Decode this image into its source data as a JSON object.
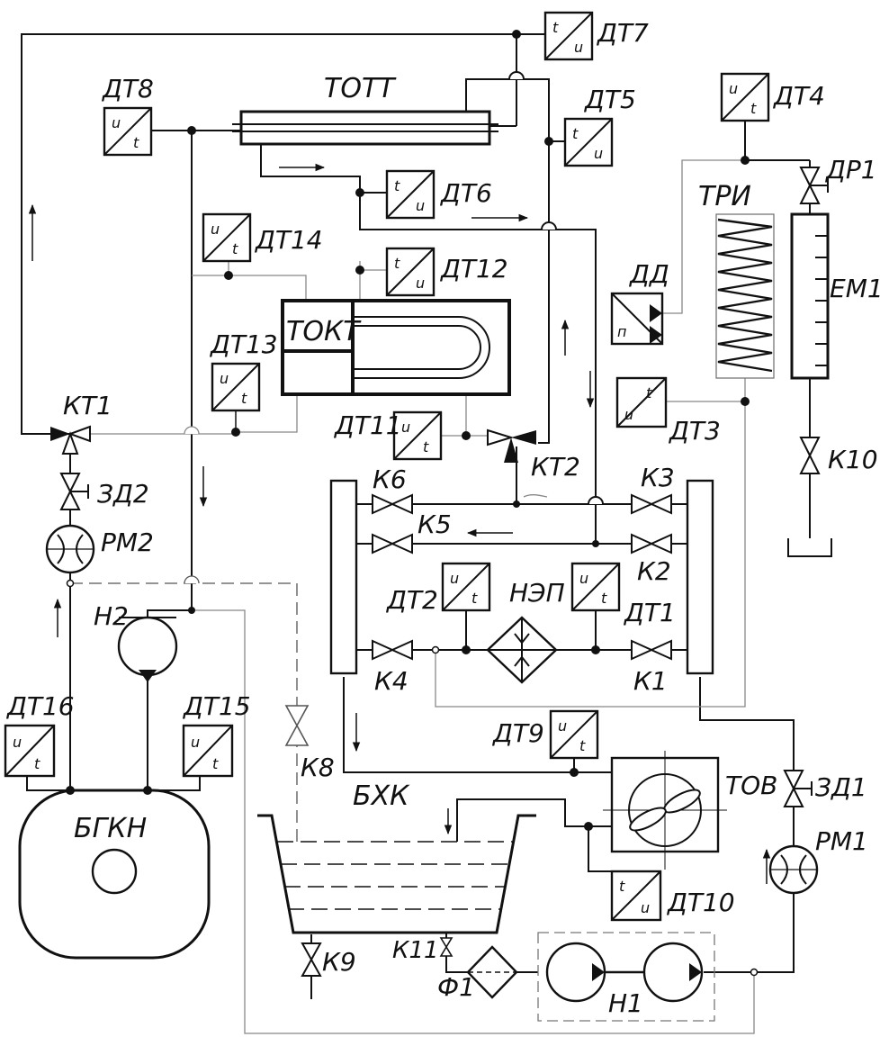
{
  "labels": {
    "tott": "ТОТТ",
    "tokt": "ТОКТ",
    "tri": "ТРИ",
    "tov": "ТОВ",
    "bgkn": "БГКН",
    "bhk": "БХК",
    "nep": "НЭП",
    "dd": "ДД",
    "em1": "ЕМ1",
    "dt1": "ДТ1",
    "dt2": "ДТ2",
    "dt3": "ДТ3",
    "dt4": "ДТ4",
    "dt5": "ДТ5",
    "dt6": "ДТ6",
    "dt7": "ДТ7",
    "dt8": "ДТ8",
    "dt9": "ДТ9",
    "dt10": "ДТ10",
    "dt11": "ДТ11",
    "dt12": "ДТ12",
    "dt13": "ДТ13",
    "dt14": "ДТ14",
    "dt15": "ДТ15",
    "dt16": "ДТ16",
    "k1": "К1",
    "k2": "К2",
    "k3": "К3",
    "k4": "К4",
    "k5": "К5",
    "k6": "К6",
    "k8": "К8",
    "k9": "К9",
    "k10": "К10",
    "k11": "К11",
    "kt1": "КТ1",
    "kt2": "КТ2",
    "zd1": "ЗД1",
    "zd2": "ЗД2",
    "pm1": "РМ1",
    "pm2": "РМ2",
    "n1": "Н1",
    "n2": "Н2",
    "f1": "Ф1",
    "dp1": "ДР1"
  },
  "sensor_letters": {
    "top": "u",
    "bottom": "t",
    "dd_letter": "п"
  }
}
